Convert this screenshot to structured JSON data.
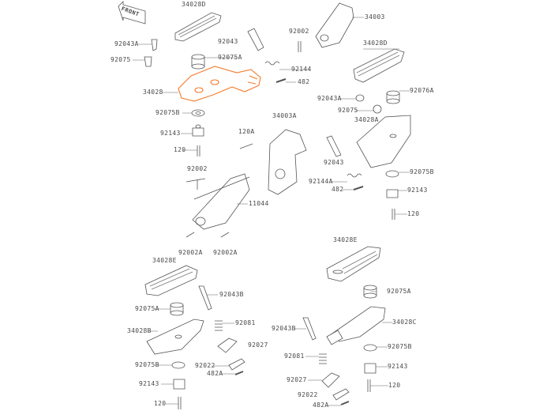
{
  "diagram": {
    "title": "Footrest parts diagram",
    "front_marker": "FRONT",
    "highlight_color": "#f47a2a",
    "line_color": "#555555"
  },
  "labels": [
    "34028D",
    "92043A",
    "92075",
    "92043",
    "92075A",
    "92002",
    "34003",
    "34028D",
    "92144",
    "482",
    "34028",
    "92075B",
    "92143",
    "120",
    "92002",
    "120A",
    "34003A",
    "92043A",
    "92075",
    "34028A",
    "92076A",
    "92043",
    "92075B",
    "92144A",
    "482",
    "92143",
    "11044",
    "120",
    "92002A",
    "92002A",
    "34028E",
    "34028E",
    "92043B",
    "92075A",
    "92075A",
    "34028B",
    "92081",
    "92043B",
    "34028C",
    "92027",
    "92075B",
    "92075B",
    "92022",
    "92081",
    "92143",
    "482A",
    "92027",
    "92143",
    "120",
    "120",
    "92022",
    "482A"
  ]
}
